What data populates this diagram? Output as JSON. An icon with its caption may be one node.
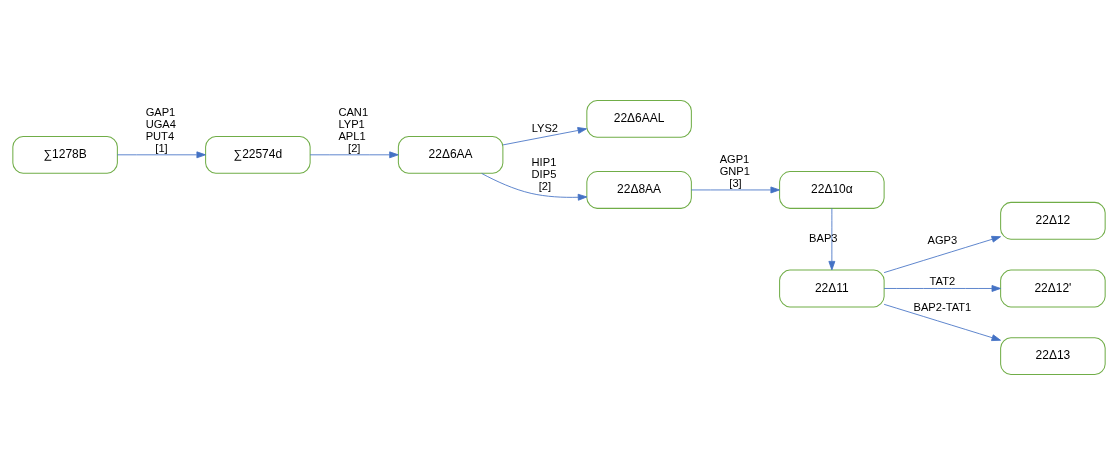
{
  "diagram": {
    "nodes": [
      {
        "text": [
          "∑1278B"
        ]
      },
      {
        "text": [
          "∑22574d"
        ]
      },
      {
        "text": [
          "22Δ6AA"
        ]
      },
      {
        "text": [
          "22Δ6AAL"
        ]
      },
      {
        "text": [
          "22Δ8AA"
        ]
      },
      {
        "text": [
          "22Δ10α"
        ]
      },
      {
        "text": [
          "22Δ11"
        ]
      },
      {
        "text": [
          "22Δ12"
        ]
      },
      {
        "text": [
          "22Δ12'"
        ]
      },
      {
        "text": [
          "22Δ13"
        ]
      }
    ],
    "edges": [
      {
        "from": 0,
        "to": 1,
        "arrow": "to",
        "label": "GAP1 UGA4 PUT4 [1]"
      },
      {
        "from": 1,
        "to": 2,
        "arrow": "to",
        "label": "CAN1 LYP1 APL1 [2]"
      },
      {
        "from": 2,
        "to": 3,
        "arrow": "to",
        "label": "LYS2"
      },
      {
        "from": 2,
        "to": 4,
        "arrow": "to",
        "label": "HIP1 DIP5 [2]"
      },
      {
        "from": 4,
        "to": 5,
        "arrow": "to",
        "label": "AGP1 GNP1 [3]"
      },
      {
        "from": 5,
        "to": 6,
        "arrow": "to",
        "label": "BAP3"
      },
      {
        "from": 6,
        "to": 7,
        "arrow": "to",
        "label": "AGP3"
      },
      {
        "from": 6,
        "to": 8,
        "arrow": "to",
        "label": "TAT2"
      },
      {
        "from": 6,
        "to": 9,
        "arrow": "to",
        "label": "BAP2-TAT1"
      }
    ]
  }
}
